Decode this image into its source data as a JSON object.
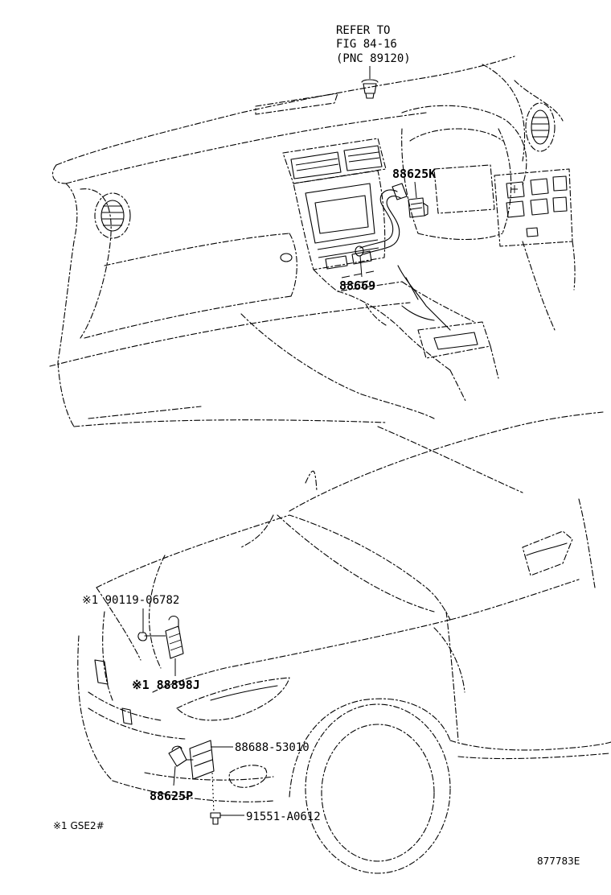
{
  "reference": {
    "line1": "REFER TO",
    "line2": "FIG 84-16",
    "line3": "(PNC 89120)"
  },
  "parts": {
    "p88625K": "88625K",
    "p88669": "88669",
    "p90119": "※1 90119-06782",
    "p88898J": "※1 88898J",
    "p88688": "88688-53010",
    "p88625P": "88625P",
    "p91551": "91551-A0612"
  },
  "footnote": "※1 GSE2#",
  "diagram_id": "877783E"
}
